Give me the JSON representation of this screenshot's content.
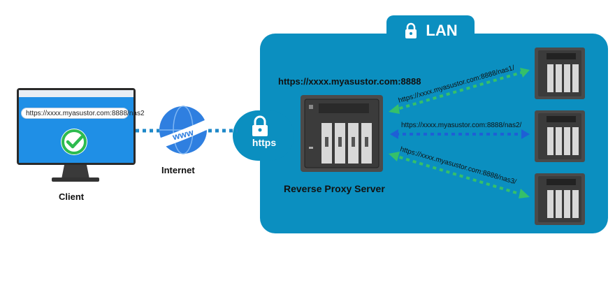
{
  "lan": {
    "label": "LAN"
  },
  "https": {
    "label": "https"
  },
  "client": {
    "label": "Client",
    "browser_url": "https://xxxx.myasustor.com:8888/nas2"
  },
  "internet": {
    "label": "Internet",
    "globe_text": "www"
  },
  "proxy": {
    "label": "Reverse Proxy Server",
    "url": "https://xxxx.myasustor.com:8888"
  },
  "routes": [
    {
      "label": "https://xxxx.myasustor.com:8888/nas1/"
    },
    {
      "label": "https://xxxx.myasustor.com:8888/nas2/"
    },
    {
      "label": "https://xxxx.myasustor.com:8888/nas3/"
    }
  ],
  "colors": {
    "lan_blue": "#0b8fc0",
    "client_screen": "#1f8fe6",
    "check_green": "#2dbb4f",
    "arrow_green": "#35c06a",
    "arrow_blue": "#1e5fd6",
    "globe_blue": "#2f7fe0"
  }
}
